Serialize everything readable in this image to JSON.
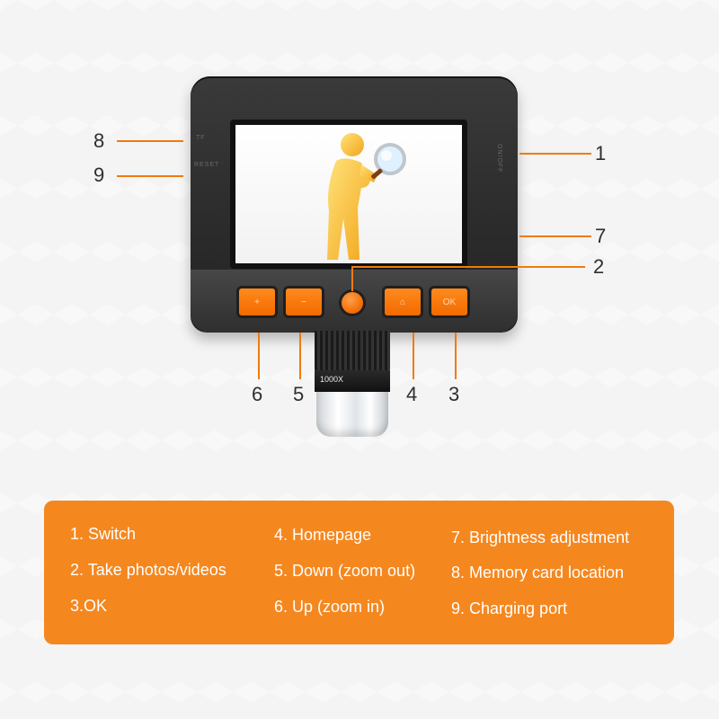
{
  "device": {
    "lens_label": "1000X",
    "side_marks": {
      "left_top": "TF",
      "left_mid": "RESET",
      "right_top": "ON/OFF"
    },
    "buttons": [
      {
        "icon": "zoom-in-icon",
        "glyph": "+"
      },
      {
        "icon": "zoom-out-icon",
        "glyph": "−"
      },
      {
        "icon": "camera-icon",
        "glyph": ""
      },
      {
        "icon": "home-icon",
        "glyph": "⌂"
      },
      {
        "icon": "ok-icon",
        "glyph": "OK"
      }
    ]
  },
  "callouts": [
    "1",
    "2",
    "3",
    "4",
    "5",
    "6",
    "7",
    "8",
    "9"
  ],
  "legend": {
    "col1": [
      "1. Switch",
      "2. Take photos/videos",
      "3.OK"
    ],
    "col2": [
      "4. Homepage",
      "5. Down (zoom out)",
      "6. Up (zoom in)"
    ],
    "col3": [
      "7. Brightness adjustment",
      "8. Memory card location",
      "9. Charging port"
    ]
  },
  "colors": {
    "accent": "#f5871f",
    "device": "#2b2b2b",
    "background": "#f4f4f4"
  }
}
